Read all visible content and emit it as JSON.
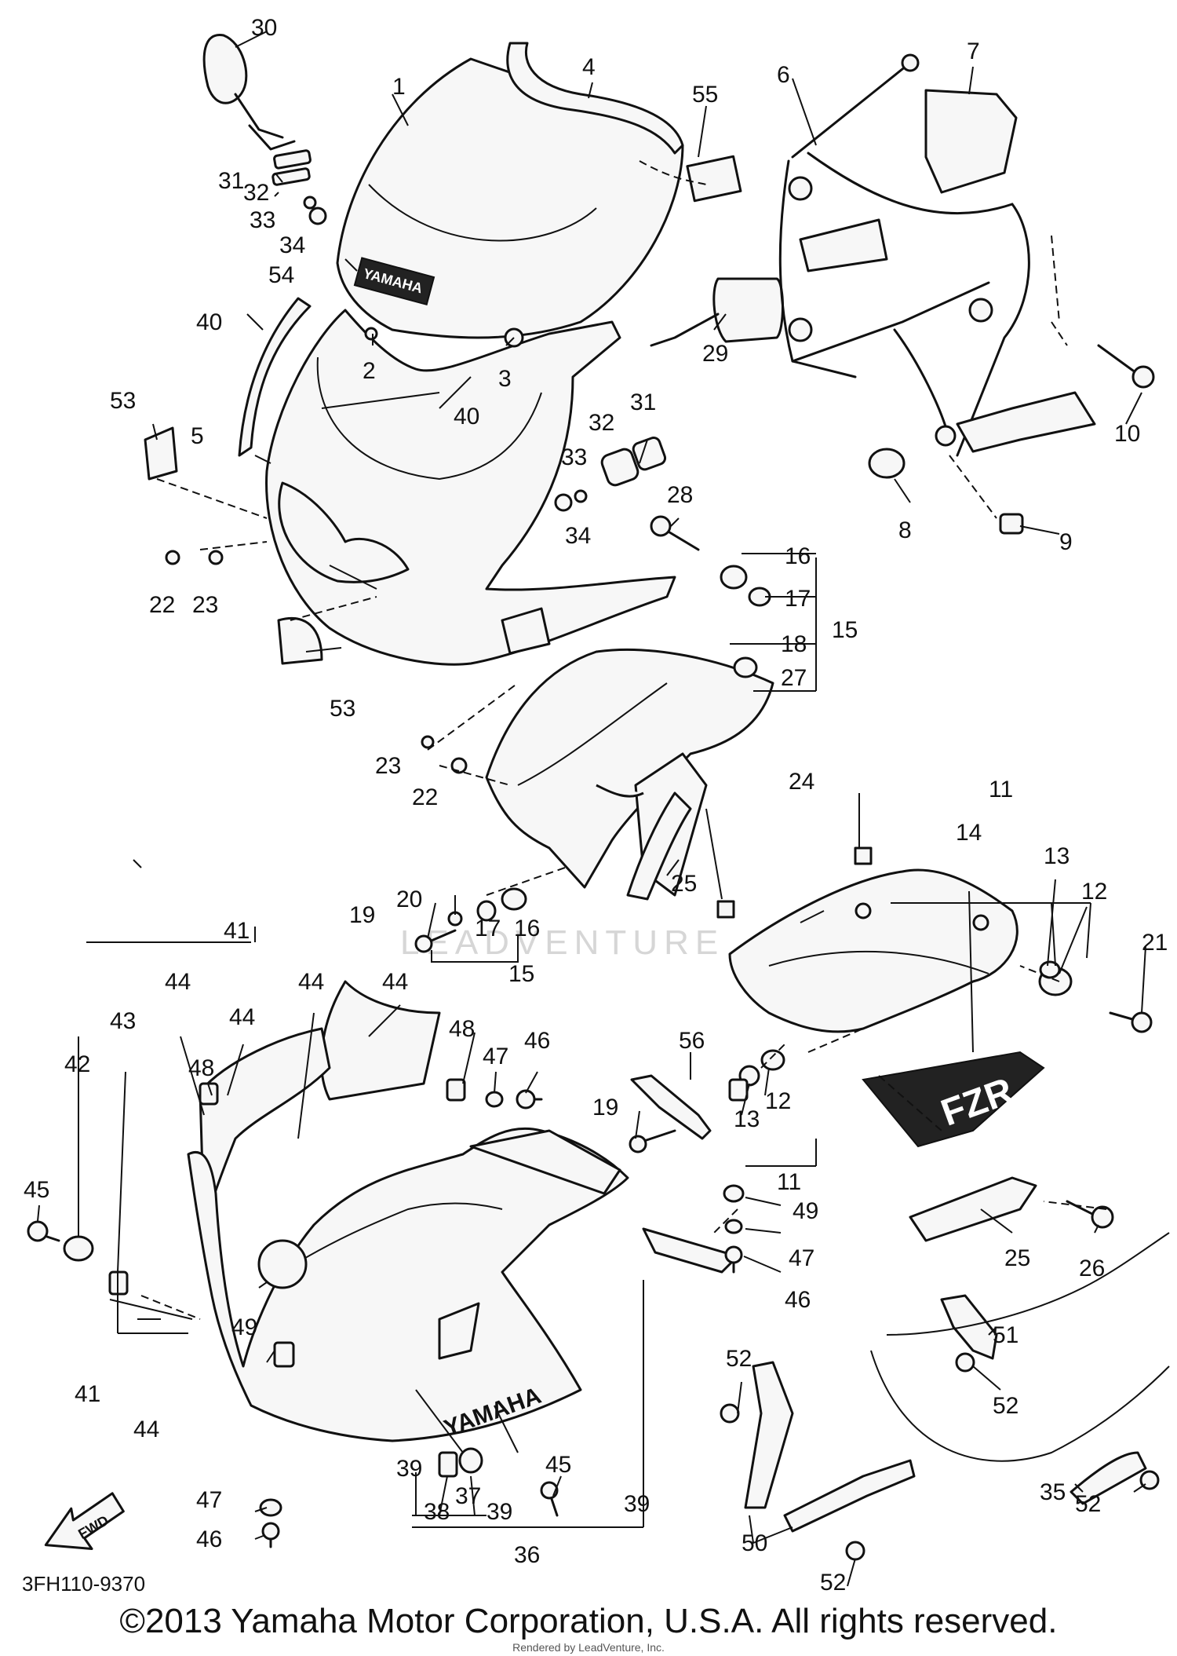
{
  "diagram": {
    "part_labels": [
      "1",
      "2",
      "3",
      "4",
      "5",
      "6",
      "7",
      "8",
      "9",
      "10",
      "11",
      "12",
      "13",
      "14",
      "15",
      "16",
      "17",
      "18",
      "19",
      "20",
      "21",
      "22",
      "23",
      "24",
      "25",
      "26",
      "27",
      "28",
      "29",
      "30",
      "31",
      "32",
      "33",
      "34",
      "35",
      "36",
      "37",
      "38",
      "39",
      "40",
      "41",
      "42",
      "43",
      "44",
      "45",
      "46",
      "47",
      "48",
      "49",
      "50",
      "51",
      "52",
      "53",
      "54",
      "55",
      "56"
    ],
    "brand_marks": [
      "YAMAHA",
      "FZR",
      "FWD"
    ],
    "watermark": "LEADVENTURE",
    "diagram_code": "3FH110-9370",
    "copyright": "©2013 Yamaha Motor Corporation, U.S.A. All rights reserved.",
    "rendered_by": "Rendered by LeadVenture, Inc."
  }
}
